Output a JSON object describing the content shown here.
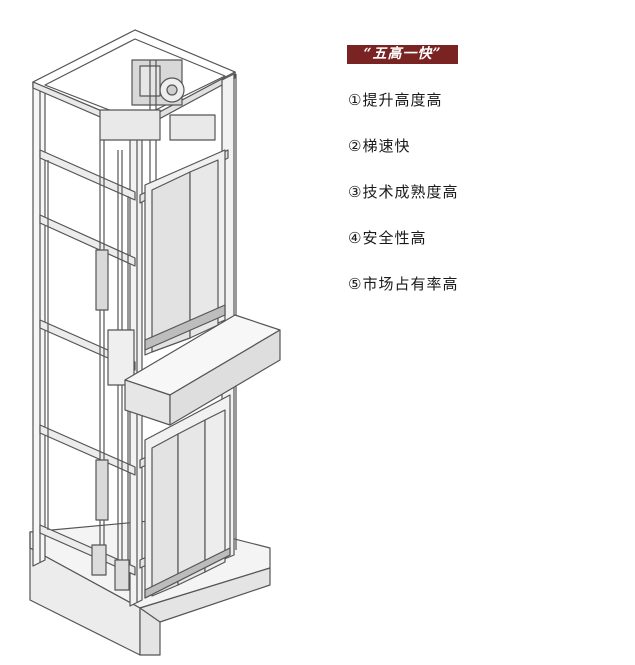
{
  "banner": {
    "text": "“五高一快”",
    "color": "#7a2323"
  },
  "features": [
    "①提升高度高",
    "②梯速快",
    "③技术成熟度高",
    "④安全性高",
    "⑤市场占有率高"
  ],
  "colors": {
    "line": "#555555",
    "panel": "#ececec",
    "panel_dark": "#cfcfcf",
    "base": "#f4f4f4"
  }
}
